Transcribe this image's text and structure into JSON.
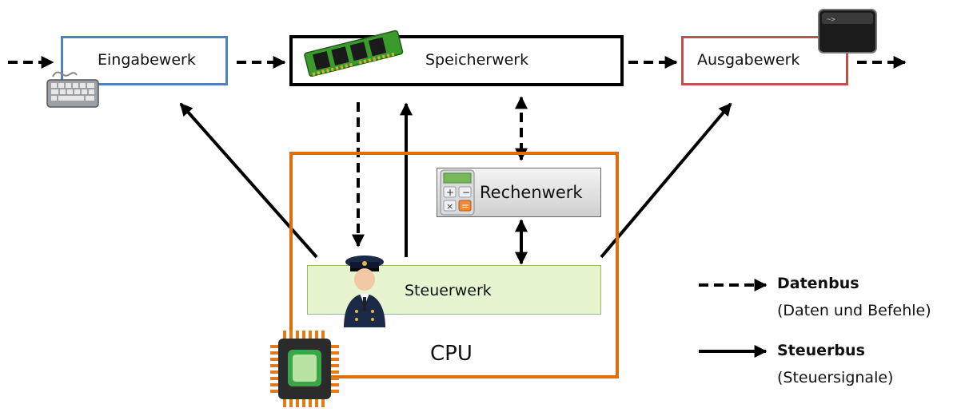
{
  "units": {
    "input": "Eingabewerk",
    "memory": "Speicherwerk",
    "output": "Ausgabewerk",
    "alu": "Rechenwerk",
    "control": "Steuerwerk",
    "cpu": "CPU"
  },
  "legend": {
    "databus_title": "Datenbus",
    "databus_desc": "(Daten und Befehle)",
    "controlbus_title": "Steuerbus",
    "controlbus_desc": "(Steuersignale)"
  },
  "colors": {
    "input_border": "#4f81bd",
    "memory_border": "#000000",
    "output_border": "#c0504d",
    "cpu_border": "#e36c0a",
    "control_fill": "#e6f5cf",
    "alu_fill": "#dcdcdc"
  },
  "icons": [
    "keyboard-icon",
    "ram-module-icon",
    "terminal-icon",
    "calculator-icon",
    "officer-icon",
    "cpu-chip-icon"
  ]
}
